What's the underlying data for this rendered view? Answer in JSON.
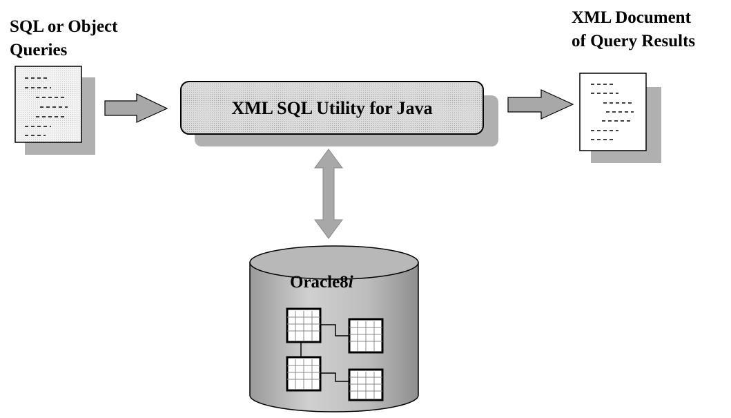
{
  "input": {
    "label_line1": "SQL or Object",
    "label_line2": "Queries"
  },
  "output": {
    "label_line1": "XML Document",
    "label_line2": "of Query Results"
  },
  "utility": {
    "label": "XML SQL Utility for Java"
  },
  "database": {
    "label_main": "Oracle8",
    "label_suffix": "i"
  },
  "colors": {
    "arrow_fill": "#a8a8a8",
    "shadow": "#b0b0b0",
    "box_fill": "#d4d4d4",
    "cylinder_fill": "#c0c0c0",
    "outline": "#000000"
  }
}
